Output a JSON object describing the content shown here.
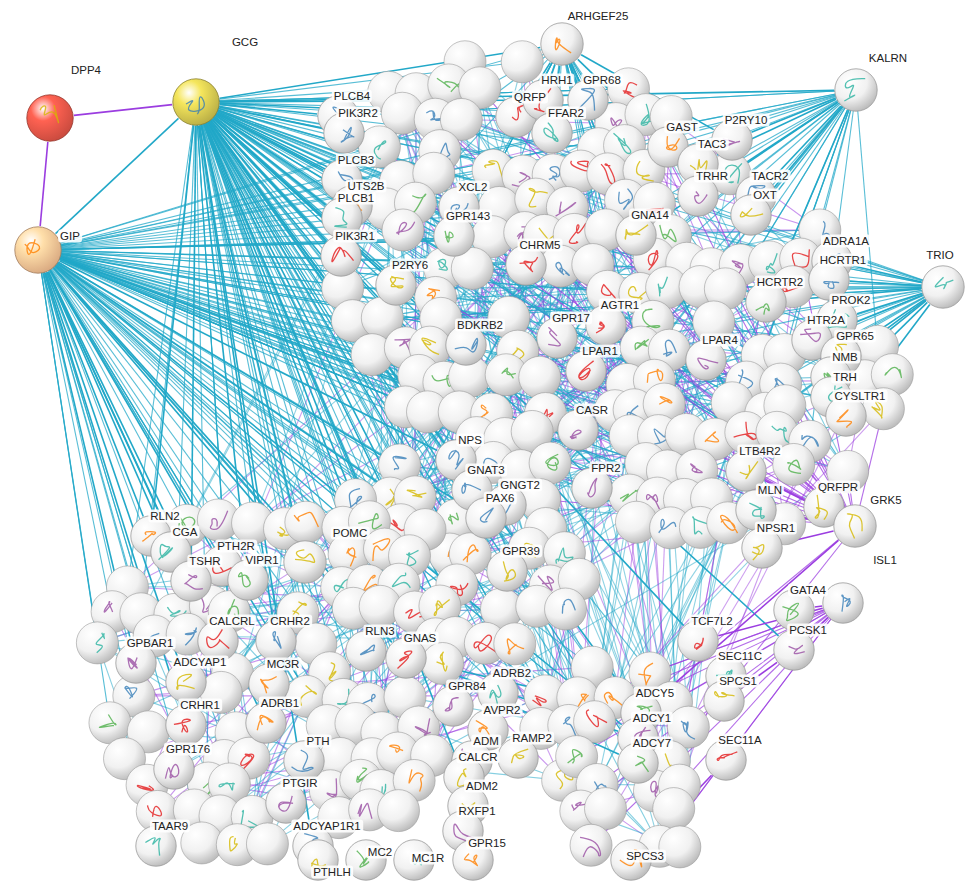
{
  "diagram": {
    "nodes": [
      {
        "text": [
          "DPP4"
        ]
      },
      {
        "text": [
          "GCG"
        ]
      },
      {
        "text": [
          "ARHGEF25"
        ]
      },
      {
        "text": [
          "KALRN"
        ]
      },
      {
        "text": [
          "PLCB4"
        ]
      },
      {
        "text": [
          "PIK3R2"
        ]
      },
      {
        "text": [
          "QRFP"
        ]
      },
      {
        "text": [
          "HRH1"
        ]
      },
      {
        "text": [
          "GPR68"
        ]
      },
      {
        "text": [
          "FFAR2"
        ]
      },
      {
        "text": [
          "P2RY10"
        ]
      },
      {
        "text": [
          "GAST"
        ]
      },
      {
        "text": [
          "TAC3"
        ]
      },
      {
        "text": [
          "PLCB3"
        ]
      },
      {
        "text": [
          "TRHR"
        ]
      },
      {
        "text": [
          "TACR2"
        ]
      },
      {
        "text": [
          "UTS2B"
        ]
      },
      {
        "text": [
          "XCL2"
        ]
      },
      {
        "text": [
          "OXT"
        ]
      },
      {
        "text": [
          "PLCB1"
        ]
      },
      {
        "text": [
          "GPR143"
        ]
      },
      {
        "text": [
          "GNA14"
        ]
      },
      {
        "text": [
          "PIK3R1"
        ]
      },
      {
        "text": [
          "GIP"
        ]
      },
      {
        "text": [
          "ADRA1A"
        ]
      },
      {
        "text": [
          "CHRM5"
        ]
      },
      {
        "text": [
          "TRIO"
        ]
      },
      {
        "text": [
          "HCRTR1"
        ]
      },
      {
        "text": [
          "P2RY6"
        ]
      },
      {
        "text": [
          "HCRTR2"
        ]
      },
      {
        "text": [
          "PROK2"
        ]
      },
      {
        "text": [
          "AGTR1"
        ]
      },
      {
        "text": [
          "GPR17"
        ]
      },
      {
        "text": [
          "HTR2A"
        ]
      },
      {
        "text": [
          "BDKRB2"
        ]
      },
      {
        "text": [
          "GPR65"
        ]
      },
      {
        "text": [
          "LPAR4"
        ]
      },
      {
        "text": [
          "LPAR1"
        ]
      },
      {
        "text": [
          "NMB"
        ]
      },
      {
        "text": [
          "TRH"
        ]
      },
      {
        "text": [
          "CYSLTR1"
        ]
      },
      {
        "text": [
          "CASR"
        ]
      },
      {
        "text": [
          "NPS"
        ]
      },
      {
        "text": [
          "LTB4R2"
        ]
      },
      {
        "text": [
          "FPR2"
        ]
      },
      {
        "text": [
          "GNAT3"
        ]
      },
      {
        "text": [
          "GNGT2"
        ]
      },
      {
        "text": [
          "MLN"
        ]
      },
      {
        "text": [
          "QRFPR"
        ]
      },
      {
        "text": [
          "GRK5"
        ]
      },
      {
        "text": [
          "PAX6"
        ]
      },
      {
        "text": [
          "RLN2"
        ]
      },
      {
        "text": [
          "NPSR1"
        ]
      },
      {
        "text": [
          "POMC"
        ]
      },
      {
        "text": [
          "CGA"
        ]
      },
      {
        "text": [
          "PTH2R"
        ]
      },
      {
        "text": [
          "GPR39"
        ]
      },
      {
        "text": [
          "TSHR"
        ]
      },
      {
        "text": [
          "VIPR1"
        ]
      },
      {
        "text": [
          "ISL1"
        ]
      },
      {
        "text": [
          "GATA4"
        ]
      },
      {
        "text": [
          "CALCRL"
        ]
      },
      {
        "text": [
          "CRHR2"
        ]
      },
      {
        "text": [
          "TCF7L2"
        ]
      },
      {
        "text": [
          "PCSK1"
        ]
      },
      {
        "text": [
          "RLN3"
        ]
      },
      {
        "text": [
          "GNAS"
        ]
      },
      {
        "text": [
          "GPBAR1"
        ]
      },
      {
        "text": [
          "SEC11C"
        ]
      },
      {
        "text": [
          "ADCYAP1"
        ]
      },
      {
        "text": [
          "MC3R"
        ]
      },
      {
        "text": [
          "ADRB2"
        ]
      },
      {
        "text": [
          "SPCS1"
        ]
      },
      {
        "text": [
          "GPR84"
        ]
      },
      {
        "text": [
          "ADCY5"
        ]
      },
      {
        "text": [
          "ADRB1"
        ]
      },
      {
        "text": [
          "CRHR1"
        ]
      },
      {
        "text": [
          "AVPR2"
        ]
      },
      {
        "text": [
          "ADCY1"
        ]
      },
      {
        "text": [
          "RAMP2"
        ]
      },
      {
        "text": [
          "PTH"
        ]
      },
      {
        "text": [
          "ADM"
        ]
      },
      {
        "text": [
          "SEC11A"
        ]
      },
      {
        "text": [
          "ADCY7"
        ]
      },
      {
        "text": [
          "GPR176"
        ]
      },
      {
        "text": [
          "CALCR"
        ]
      },
      {
        "text": [
          "PTGIR"
        ]
      },
      {
        "text": [
          "ADM2"
        ]
      },
      {
        "text": [
          "RXFP1"
        ]
      },
      {
        "text": [
          "ADCYAP1R1"
        ]
      },
      {
        "text": [
          "TAAR9"
        ]
      },
      {
        "text": [
          "GPR15"
        ]
      },
      {
        "text": [
          "SPCS3"
        ]
      },
      {
        "text": [
          "MC1R"
        ]
      },
      {
        "text": [
          "MC2"
        ]
      },
      {
        "text": [
          "PTHLH"
        ]
      }
    ],
    "edges": [
      {
        "from": 0,
        "to": 1,
        "arrow": "none"
      },
      {
        "from": 0,
        "to": 23,
        "arrow": "none"
      },
      {
        "from": 23,
        "to": 1,
        "arrow": "none"
      },
      {
        "from": 1,
        "to": 2,
        "arrow": "none"
      },
      {
        "from": 1,
        "to": 3,
        "arrow": "none"
      },
      {
        "from": 1,
        "to": 4,
        "arrow": "none"
      },
      {
        "from": 1,
        "to": 5,
        "arrow": "none"
      },
      {
        "from": 1,
        "to": 13,
        "arrow": "none"
      },
      {
        "from": 1,
        "to": 16,
        "arrow": "none"
      },
      {
        "from": 1,
        "to": 19,
        "arrow": "none"
      },
      {
        "from": 1,
        "to": 22,
        "arrow": "none"
      },
      {
        "from": 1,
        "to": 6,
        "arrow": "none"
      },
      {
        "from": 1,
        "to": 7,
        "arrow": "none"
      },
      {
        "from": 1,
        "to": 20,
        "arrow": "none"
      },
      {
        "from": 1,
        "to": 28,
        "arrow": "none"
      },
      {
        "from": 1,
        "to": 25,
        "arrow": "none"
      },
      {
        "from": 1,
        "to": 34,
        "arrow": "none"
      },
      {
        "from": 1,
        "to": 42,
        "arrow": "none"
      },
      {
        "from": 1,
        "to": 45,
        "arrow": "none"
      },
      {
        "from": 1,
        "to": 53,
        "arrow": "none"
      },
      {
        "from": 1,
        "to": 51,
        "arrow": "none"
      },
      {
        "from": 1,
        "to": 57,
        "arrow": "none"
      },
      {
        "from": 1,
        "to": 58,
        "arrow": "none"
      },
      {
        "from": 1,
        "to": 62,
        "arrow": "none"
      },
      {
        "from": 1,
        "to": 66,
        "arrow": "none"
      },
      {
        "from": 1,
        "to": 71,
        "arrow": "none"
      },
      {
        "from": 1,
        "to": 73,
        "arrow": "none"
      },
      {
        "from": 1,
        "to": 89,
        "arrow": "none"
      },
      {
        "from": 1,
        "to": 85,
        "arrow": "none"
      },
      {
        "from": 1,
        "to": 63,
        "arrow": "none"
      },
      {
        "from": 1,
        "to": 64,
        "arrow": "none"
      },
      {
        "from": 1,
        "to": 74,
        "arrow": "none"
      },
      {
        "from": 23,
        "to": 51,
        "arrow": "none"
      },
      {
        "from": 23,
        "to": 54,
        "arrow": "none"
      },
      {
        "from": 23,
        "to": 55,
        "arrow": "none"
      },
      {
        "from": 23,
        "to": 57,
        "arrow": "none"
      },
      {
        "from": 23,
        "to": 67,
        "arrow": "none"
      },
      {
        "from": 23,
        "to": 76,
        "arrow": "none"
      },
      {
        "from": 23,
        "to": 75,
        "arrow": "none"
      },
      {
        "from": 23,
        "to": 66,
        "arrow": "none"
      },
      {
        "from": 23,
        "to": 50,
        "arrow": "none"
      },
      {
        "from": 23,
        "to": 42,
        "arrow": "none"
      },
      {
        "from": 23,
        "to": 56,
        "arrow": "none"
      },
      {
        "from": 23,
        "to": 78,
        "arrow": "none"
      },
      {
        "from": 23,
        "to": 53,
        "arrow": "none"
      },
      {
        "from": 23,
        "to": 69,
        "arrow": "none"
      },
      {
        "from": 23,
        "to": 61,
        "arrow": "none"
      },
      {
        "from": 2,
        "to": 6,
        "arrow": "none"
      },
      {
        "from": 2,
        "to": 7,
        "arrow": "none"
      },
      {
        "from": 2,
        "to": 8,
        "arrow": "none"
      },
      {
        "from": 2,
        "to": 9,
        "arrow": "none"
      },
      {
        "from": 2,
        "to": 11,
        "arrow": "none"
      },
      {
        "from": 2,
        "to": 21,
        "arrow": "none"
      },
      {
        "from": 2,
        "to": 10,
        "arrow": "none"
      },
      {
        "from": 3,
        "to": 10,
        "arrow": "none"
      },
      {
        "from": 3,
        "to": 12,
        "arrow": "none"
      },
      {
        "from": 3,
        "to": 14,
        "arrow": "none"
      },
      {
        "from": 3,
        "to": 15,
        "arrow": "none"
      },
      {
        "from": 3,
        "to": 18,
        "arrow": "none"
      },
      {
        "from": 3,
        "to": 21,
        "arrow": "none"
      },
      {
        "from": 3,
        "to": 29,
        "arrow": "none"
      },
      {
        "from": 26,
        "to": 24,
        "arrow": "none"
      },
      {
        "from": 26,
        "to": 27,
        "arrow": "none"
      },
      {
        "from": 26,
        "to": 29,
        "arrow": "none"
      },
      {
        "from": 26,
        "to": 30,
        "arrow": "none"
      },
      {
        "from": 26,
        "to": 33,
        "arrow": "none"
      },
      {
        "from": 26,
        "to": 35,
        "arrow": "none"
      },
      {
        "from": 26,
        "to": 38,
        "arrow": "none"
      },
      {
        "from": 26,
        "to": 39,
        "arrow": "none"
      },
      {
        "from": 26,
        "to": 40,
        "arrow": "none"
      },
      {
        "from": 49,
        "to": 52,
        "arrow": "none"
      },
      {
        "from": 49,
        "to": 47,
        "arrow": "none"
      },
      {
        "from": 49,
        "to": 43,
        "arrow": "none"
      },
      {
        "from": 49,
        "to": 48,
        "arrow": "none"
      },
      {
        "from": 49,
        "to": 74,
        "arrow": "none"
      },
      {
        "from": 59,
        "to": 63,
        "arrow": "none"
      },
      {
        "from": 59,
        "to": 60,
        "arrow": "none"
      },
      {
        "from": 59,
        "to": 64,
        "arrow": "none"
      },
      {
        "from": 64,
        "to": 72,
        "arrow": "none"
      },
      {
        "from": 68,
        "to": 72,
        "arrow": "none"
      },
      {
        "from": 82,
        "to": 92,
        "arrow": "none"
      },
      {
        "from": 74,
        "to": 66,
        "arrow": "none"
      },
      {
        "from": 78,
        "to": 66,
        "arrow": "none"
      },
      {
        "from": 83,
        "to": 66,
        "arrow": "none"
      }
    ]
  }
}
